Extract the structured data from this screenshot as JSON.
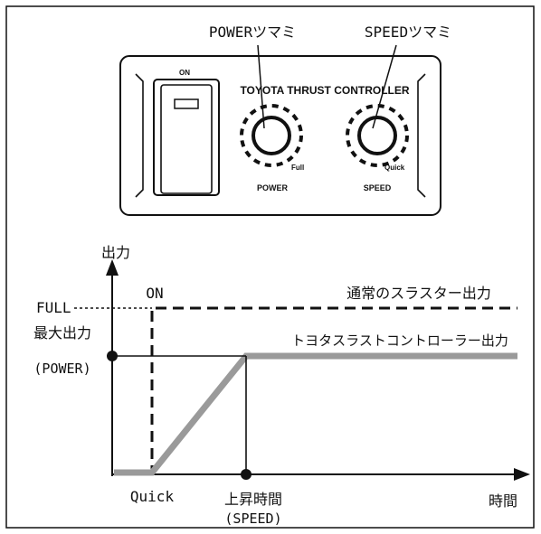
{
  "panel": {
    "title": "TOYOTA  THRUST CONTROLLER",
    "switch_label": "ON",
    "power_label": "POWER",
    "power_scale": "Full",
    "speed_label": "SPEED",
    "speed_scale": "Quick",
    "callout_power": "POWERツマミ",
    "callout_speed": "SPEEDツマミ"
  },
  "graph": {
    "y_axis_label": "出力",
    "x_axis_label": "時間",
    "full_label": "FULL",
    "on_label": "ON",
    "max_label": "最大出力",
    "max_sub": "(POWER)",
    "quick_label": "Quick",
    "rise_label": "上昇時間",
    "rise_sub": "(SPEED)",
    "series_normal": "通常のスラスター出力",
    "series_toyota": "トヨタスラストコントローラー出力"
  },
  "colors": {
    "line": "#111111",
    "gray_series": "#9a9a9a",
    "panel_fill": "#ffffff"
  }
}
